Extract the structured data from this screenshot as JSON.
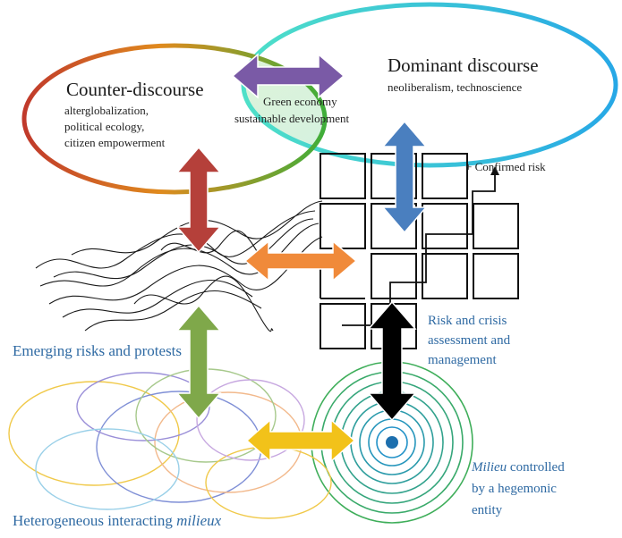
{
  "counter_discourse": {
    "title": "Counter-discourse",
    "lines": [
      "alterglobalization,",
      "political ecology,",
      "citizen empowerment"
    ]
  },
  "dominant_discourse": {
    "title": "Dominant discourse",
    "subtitle": "neoliberalism, technoscience"
  },
  "overlap": {
    "line1": "Green economy",
    "line2": "sustainable development"
  },
  "confirmed_risk": "+ Confirmed risk",
  "emerging_risks": "Emerging risks and protests",
  "risk_management": {
    "line1": "Risk and crisis",
    "line2": "assessment and",
    "line3": "management"
  },
  "heterogeneous": {
    "prefix": "Heterogeneous interacting ",
    "italic": "milieux"
  },
  "milieu_controlled": {
    "italic": "Milieu",
    "rest": " controlled",
    "line2": "by a hegemonic",
    "line3": "entity"
  },
  "colors": {
    "counter_arrow": "#b5403a",
    "discourse_arrow": "#7a5aa6",
    "dominant_arrow": "#4a7fbf",
    "emerging_arrow": "#f08a3a",
    "milieux_arrow": "#7fa84a",
    "hegemonic_arrow": "#000000",
    "heterogeneous_arrow": "#f2c21a",
    "text_blue": "#2f6aa3"
  }
}
